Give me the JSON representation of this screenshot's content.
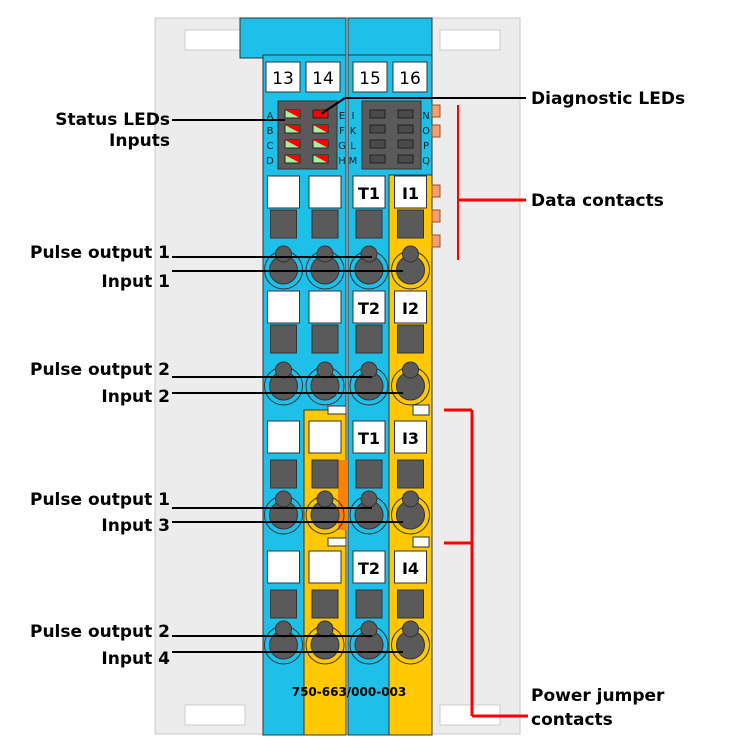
{
  "colors": {
    "blue": "#1ec0ea",
    "yellow": "#ffc800",
    "grey": "#5a5a5a",
    "rail": "#ececec",
    "red": "#ff0000",
    "orange": "#ff8000",
    "led_green": "#a8f0a0"
  },
  "channel_numbers": [
    "13",
    "14",
    "15",
    "16"
  ],
  "led_letters_left": [
    "A",
    "B",
    "C",
    "D"
  ],
  "led_letters_mid": [
    "E",
    "F",
    "G",
    "H"
  ],
  "led_letters_diag_left": [
    "I",
    "K",
    "L",
    "M"
  ],
  "led_letters_right": [
    "N",
    "O",
    "P",
    "Q"
  ],
  "terminal_tags": [
    [
      "T1",
      "I1"
    ],
    [
      "T2",
      "I2"
    ],
    [
      "T1",
      "I3"
    ],
    [
      "T2",
      "I4"
    ]
  ],
  "model": "750-663/000-003",
  "callouts": {
    "status_leds_1": "Status LEDs",
    "status_leds_2": "Inputs",
    "diagnostic_leds": "Diagnostic LEDs",
    "data_contacts": "Data contacts",
    "power_jumper_1": "Power jumper",
    "power_jumper_2": "contacts",
    "pulse_output_1a": "Pulse output 1",
    "input_1": "Input 1",
    "pulse_output_2a": "Pulse output 2",
    "input_2": "Input 2",
    "pulse_output_1b": "Pulse output 1",
    "input_3": "Input 3",
    "pulse_output_2b": "Pulse output 2",
    "input_4": "Input 4"
  }
}
